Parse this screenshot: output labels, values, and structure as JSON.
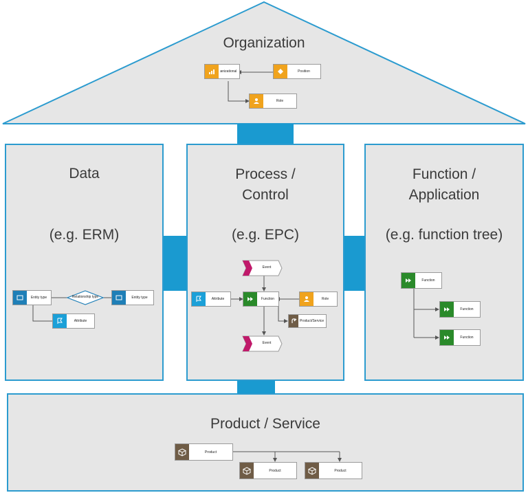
{
  "colors": {
    "accent": "#1a9ad0",
    "panel": "#e6e6e6",
    "org": "#f0a31d",
    "data": "#1f7fb7",
    "func": "#2a8a2a",
    "prod": "#6f5c46",
    "event": "#c0196a"
  },
  "organization": {
    "title": "Organization",
    "nodes": {
      "org_unit": "Organizational unit",
      "position": "Position",
      "role": "Role"
    }
  },
  "data_view": {
    "title": "Data",
    "subtitle": "(e.g. ERM)",
    "nodes": {
      "entity1": "Entity type",
      "relationship": "Relationship type",
      "entity2": "Entity type",
      "attribute": "Attribute"
    }
  },
  "process_view": {
    "title_line1": "Process /",
    "title_line2": "Control",
    "subtitle": "(e.g. EPC)",
    "nodes": {
      "event_top": "Event",
      "attribute": "Attribute",
      "function": "Function",
      "role": "Role",
      "product": "Product/Service",
      "event_bottom": "Event"
    }
  },
  "function_view": {
    "title_line1": "Function /",
    "title_line2": "Application",
    "subtitle": "(e.g. function tree)",
    "nodes": {
      "root": "Function",
      "child1": "Function",
      "child2": "Function"
    }
  },
  "product_view": {
    "title": "Product / Service",
    "nodes": {
      "root": "Product",
      "child1": "Product",
      "child2": "Product"
    }
  }
}
